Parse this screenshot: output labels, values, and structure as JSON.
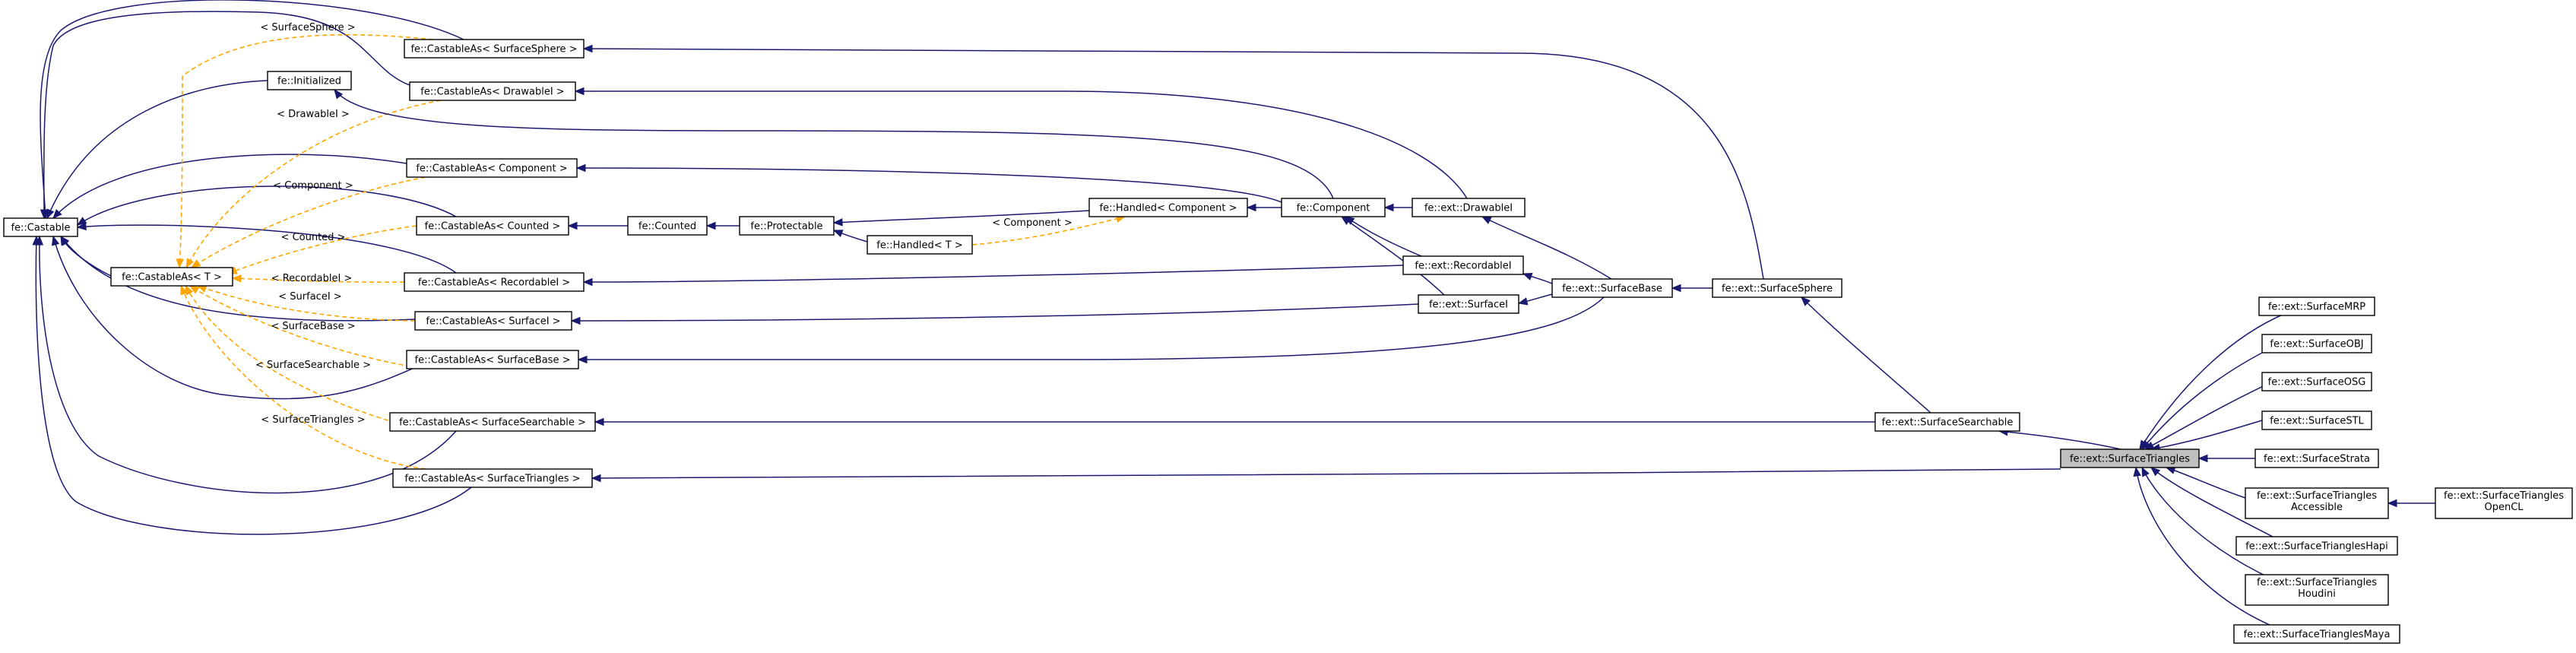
{
  "nodes": [
    {
      "id": "castable",
      "label": [
        "fe::Castable"
      ]
    },
    {
      "id": "castT",
      "label": [
        "fe::CastableAs< T >"
      ]
    },
    {
      "id": "initialized",
      "label": [
        "fe::Initialized"
      ]
    },
    {
      "id": "caSphere",
      "label": [
        "fe::CastableAs< SurfaceSphere >"
      ]
    },
    {
      "id": "caDrawable",
      "label": [
        "fe::CastableAs< DrawableI >"
      ]
    },
    {
      "id": "caComponent",
      "label": [
        "fe::CastableAs< Component >"
      ]
    },
    {
      "id": "caCounted",
      "label": [
        "fe::CastableAs< Counted >"
      ]
    },
    {
      "id": "caRecordable",
      "label": [
        "fe::CastableAs< RecordableI >"
      ]
    },
    {
      "id": "caSurfaceI",
      "label": [
        "fe::CastableAs< SurfaceI >"
      ]
    },
    {
      "id": "caSurfaceBase",
      "label": [
        "fe::CastableAs< SurfaceBase >"
      ]
    },
    {
      "id": "caSearchable",
      "label": [
        "fe::CastableAs< SurfaceSearchable >"
      ]
    },
    {
      "id": "caTriangles",
      "label": [
        "fe::CastableAs< SurfaceTriangles >"
      ]
    },
    {
      "id": "counted",
      "label": [
        "fe::Counted"
      ]
    },
    {
      "id": "protectable",
      "label": [
        "fe::Protectable"
      ]
    },
    {
      "id": "handledComp",
      "label": [
        "fe::Handled< Component >"
      ]
    },
    {
      "id": "handledT",
      "label": [
        "fe::Handled< T >"
      ]
    },
    {
      "id": "component",
      "label": [
        "fe::Component"
      ]
    },
    {
      "id": "drawable",
      "label": [
        "fe::ext::DrawableI"
      ]
    },
    {
      "id": "recordable",
      "label": [
        "fe::ext::RecordableI"
      ]
    },
    {
      "id": "surfaceI",
      "label": [
        "fe::ext::SurfaceI"
      ]
    },
    {
      "id": "surfaceBase",
      "label": [
        "fe::ext::SurfaceBase"
      ]
    },
    {
      "id": "surfaceSphere",
      "label": [
        "fe::ext::SurfaceSphere"
      ]
    },
    {
      "id": "surfaceSearchable",
      "label": [
        "fe::ext::SurfaceSearchable"
      ]
    },
    {
      "id": "surfaceTriangles",
      "label": [
        "fe::ext::SurfaceTriangles"
      ],
      "focus": true
    },
    {
      "id": "sMRP",
      "label": [
        "fe::ext::SurfaceMRP"
      ]
    },
    {
      "id": "sOBJ",
      "label": [
        "fe::ext::SurfaceOBJ"
      ]
    },
    {
      "id": "sOSG",
      "label": [
        "fe::ext::SurfaceOSG"
      ]
    },
    {
      "id": "sSTL",
      "label": [
        "fe::ext::SurfaceSTL"
      ]
    },
    {
      "id": "sStrata",
      "label": [
        "fe::ext::SurfaceStrata"
      ]
    },
    {
      "id": "sAccessible",
      "label": [
        "fe::ext::SurfaceTriangles",
        "Accessible"
      ]
    },
    {
      "id": "sOpenCL",
      "label": [
        "fe::ext::SurfaceTriangles",
        "OpenCL"
      ]
    },
    {
      "id": "sHapi",
      "label": [
        "fe::ext::SurfaceTrianglesHapi"
      ]
    },
    {
      "id": "sHoudini",
      "label": [
        "fe::ext::SurfaceTriangles",
        "Houdini"
      ]
    },
    {
      "id": "sMaya",
      "label": [
        "fe::ext::SurfaceTrianglesMaya"
      ]
    }
  ],
  "edges": [
    {
      "from": "castable",
      "to": "castT",
      "kind": "inheritance"
    },
    {
      "from": "castable",
      "to": "initialized",
      "kind": "inheritance"
    },
    {
      "from": "castable",
      "to": "caSphere",
      "kind": "inheritance"
    },
    {
      "from": "castable",
      "to": "caDrawable",
      "kind": "inheritance"
    },
    {
      "from": "castable",
      "to": "caComponent",
      "kind": "inheritance"
    },
    {
      "from": "castable",
      "to": "caCounted",
      "kind": "inheritance"
    },
    {
      "from": "castable",
      "to": "caRecordable",
      "kind": "inheritance"
    },
    {
      "from": "castable",
      "to": "caSurfaceI",
      "kind": "inheritance"
    },
    {
      "from": "castable",
      "to": "caSurfaceBase",
      "kind": "inheritance"
    },
    {
      "from": "castable",
      "to": "caSearchable",
      "kind": "inheritance"
    },
    {
      "from": "castable",
      "to": "caTriangles",
      "kind": "inheritance"
    },
    {
      "from": "castT",
      "to": "caSphere",
      "kind": "template",
      "label": "< SurfaceSphere >"
    },
    {
      "from": "castT",
      "to": "caDrawable",
      "kind": "template",
      "label": "< DrawableI >"
    },
    {
      "from": "castT",
      "to": "caComponent",
      "kind": "template",
      "label": "< Component >"
    },
    {
      "from": "castT",
      "to": "caCounted",
      "kind": "template",
      "label": "< Counted >"
    },
    {
      "from": "castT",
      "to": "caRecordable",
      "kind": "template",
      "label": "< RecordableI >"
    },
    {
      "from": "castT",
      "to": "caSurfaceI",
      "kind": "template",
      "label": "< SurfaceI >"
    },
    {
      "from": "castT",
      "to": "caSurfaceBase",
      "kind": "template",
      "label": "< SurfaceBase >"
    },
    {
      "from": "castT",
      "to": "caSearchable",
      "kind": "template",
      "label": "< SurfaceSearchable >"
    },
    {
      "from": "castT",
      "to": "caTriangles",
      "kind": "template",
      "label": "< SurfaceTriangles >"
    },
    {
      "from": "caCounted",
      "to": "counted",
      "kind": "inheritance"
    },
    {
      "from": "counted",
      "to": "protectable",
      "kind": "inheritance"
    },
    {
      "from": "protectable",
      "to": "handledComp",
      "kind": "inheritance"
    },
    {
      "from": "protectable",
      "to": "handledT",
      "kind": "inheritance"
    },
    {
      "from": "handledT",
      "to": "handledComp",
      "kind": "template",
      "label": "< Component >"
    },
    {
      "from": "handledComp",
      "to": "component",
      "kind": "inheritance"
    },
    {
      "from": "caComponent",
      "to": "component",
      "kind": "inheritance"
    },
    {
      "from": "initialized",
      "to": "component",
      "kind": "inheritance"
    },
    {
      "from": "component",
      "to": "drawable",
      "kind": "inheritance"
    },
    {
      "from": "component",
      "to": "recordable",
      "kind": "inheritance"
    },
    {
      "from": "component",
      "to": "surfaceI",
      "kind": "inheritance"
    },
    {
      "from": "caDrawable",
      "to": "drawable",
      "kind": "inheritance"
    },
    {
      "from": "caRecordable",
      "to": "recordable",
      "kind": "inheritance"
    },
    {
      "from": "caSurfaceI",
      "to": "surfaceI",
      "kind": "inheritance"
    },
    {
      "from": "drawable",
      "to": "surfaceBase",
      "kind": "inheritance"
    },
    {
      "from": "recordable",
      "to": "surfaceBase",
      "kind": "inheritance"
    },
    {
      "from": "surfaceI",
      "to": "surfaceBase",
      "kind": "inheritance"
    },
    {
      "from": "caSurfaceBase",
      "to": "surfaceBase",
      "kind": "inheritance"
    },
    {
      "from": "surfaceBase",
      "to": "surfaceSphere",
      "kind": "inheritance"
    },
    {
      "from": "caSphere",
      "to": "surfaceSphere",
      "kind": "inheritance"
    },
    {
      "from": "surfaceSphere",
      "to": "surfaceSearchable",
      "kind": "inheritance"
    },
    {
      "from": "caSearchable",
      "to": "surfaceSearchable",
      "kind": "inheritance"
    },
    {
      "from": "surfaceSearchable",
      "to": "surfaceTriangles",
      "kind": "inheritance"
    },
    {
      "from": "caTriangles",
      "to": "surfaceTriangles",
      "kind": "inheritance"
    },
    {
      "from": "surfaceTriangles",
      "to": "sMRP",
      "kind": "inheritance"
    },
    {
      "from": "surfaceTriangles",
      "to": "sOBJ",
      "kind": "inheritance"
    },
    {
      "from": "surfaceTriangles",
      "to": "sOSG",
      "kind": "inheritance"
    },
    {
      "from": "surfaceTriangles",
      "to": "sSTL",
      "kind": "inheritance"
    },
    {
      "from": "surfaceTriangles",
      "to": "sStrata",
      "kind": "inheritance"
    },
    {
      "from": "surfaceTriangles",
      "to": "sAccessible",
      "kind": "inheritance"
    },
    {
      "from": "surfaceTriangles",
      "to": "sHapi",
      "kind": "inheritance"
    },
    {
      "from": "surfaceTriangles",
      "to": "sHoudini",
      "kind": "inheritance"
    },
    {
      "from": "surfaceTriangles",
      "to": "sMaya",
      "kind": "inheritance"
    },
    {
      "from": "sAccessible",
      "to": "sOpenCL",
      "kind": "inheritance"
    }
  ],
  "colors": {
    "inheritance_edge": "#191970",
    "template_edge": "#ffa500",
    "focus_node_fill": "#bfbfbf",
    "node_fill": "#ffffff",
    "node_border": "#000000"
  }
}
